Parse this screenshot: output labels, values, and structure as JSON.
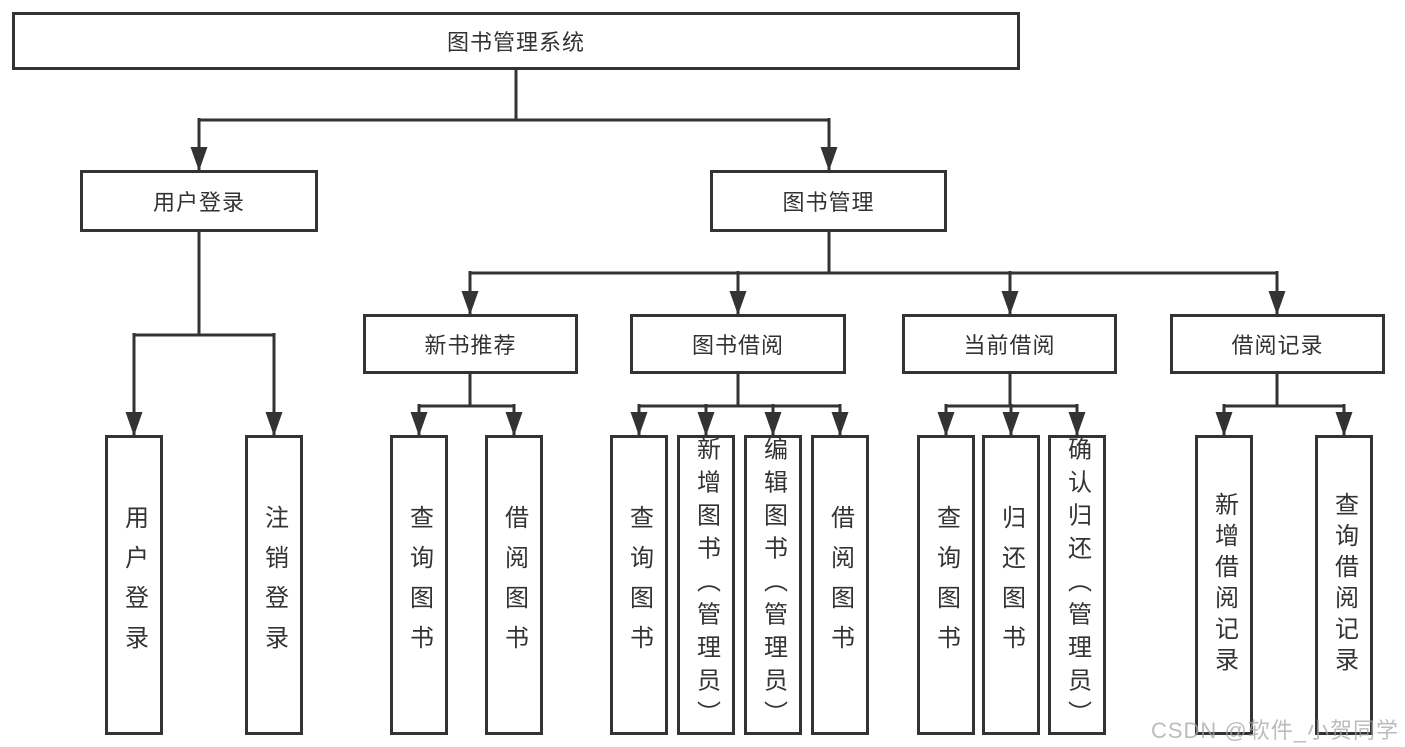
{
  "colors": {
    "line": "#333333",
    "box_border": "#333333",
    "text": "#333333",
    "watermark": "#a5a5a5",
    "background": "#ffffff"
  },
  "diagram": {
    "root": "图书管理系统",
    "level2": [
      "用户登录",
      "图书管理"
    ],
    "level3": [
      "新书推荐",
      "图书借阅",
      "当前借阅",
      "借阅记录"
    ],
    "leaves": {
      "login": [
        "用户登录",
        "注销登录"
      ],
      "recommend": [
        "查询图书",
        "借阅图书"
      ],
      "borrow": [
        "查询图书",
        "新增图书（管理员）",
        "编辑图书（管理员）",
        "借阅图书"
      ],
      "current": [
        "查询图书",
        "归还图书",
        "确认归还（管理员）"
      ],
      "records": [
        "新增借阅记录",
        "查询借阅记录"
      ]
    }
  },
  "watermark": "CSDN @软件_小贺同学"
}
